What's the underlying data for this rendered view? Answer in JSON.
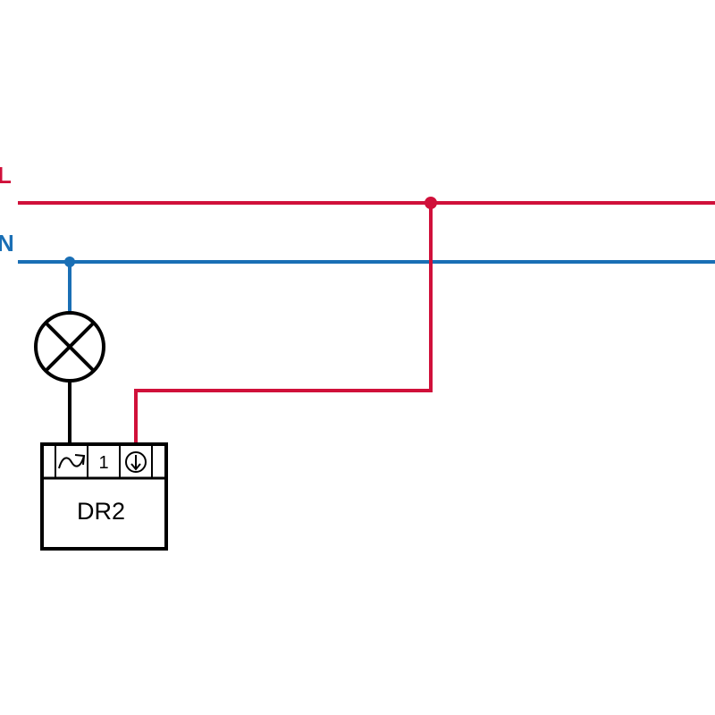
{
  "lines": {
    "live": {
      "label": "L",
      "color": "#d0103a"
    },
    "neutral": {
      "label": "N",
      "color": "#1a6fb5"
    }
  },
  "device": {
    "name": "DR2",
    "terminals": [
      {
        "label": "",
        "icon": "ac-wave-icon"
      },
      {
        "label": "1",
        "icon": ""
      },
      {
        "label": "",
        "icon": "arrow-down-circle-icon"
      }
    ]
  },
  "load": {
    "icon": "lamp-icon"
  },
  "wire_color": "#000000"
}
